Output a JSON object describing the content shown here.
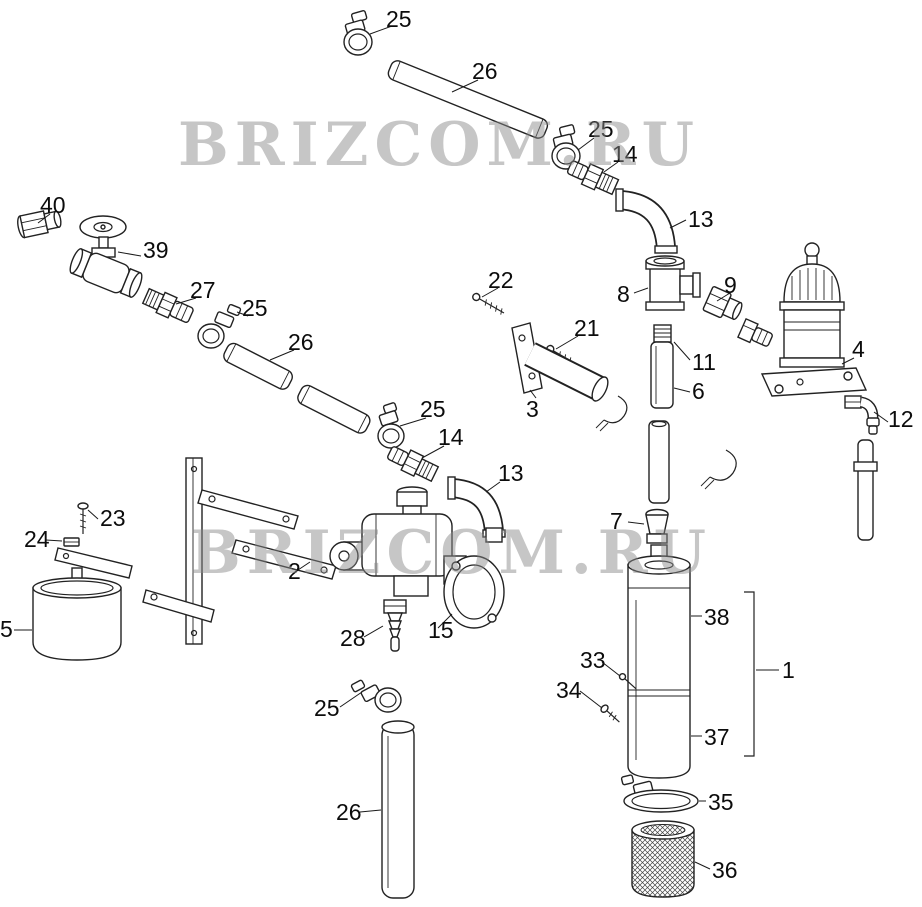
{
  "watermark": {
    "text": "BRIZCOM.RU"
  },
  "labels": [
    {
      "id": "hose-clamp-top",
      "text": "25"
    },
    {
      "id": "hose-top",
      "text": "26"
    },
    {
      "id": "hose-clamp-upper",
      "text": "25"
    },
    {
      "id": "hose-fitting-upper",
      "text": "14"
    },
    {
      "id": "elbow-upper",
      "text": "13"
    },
    {
      "id": "screw-22",
      "text": "22"
    },
    {
      "id": "tee-8",
      "text": "8"
    },
    {
      "id": "coupling-9",
      "text": "9"
    },
    {
      "id": "coupling-40",
      "text": "40"
    },
    {
      "id": "valve-39",
      "text": "39"
    },
    {
      "id": "adapter-27",
      "text": "27"
    },
    {
      "id": "hose-clamp-left",
      "text": "25"
    },
    {
      "id": "hose-mid",
      "text": "26"
    },
    {
      "id": "screw-21",
      "text": "21"
    },
    {
      "id": "nipple-11",
      "text": "11"
    },
    {
      "id": "accumulator-4",
      "text": "4"
    },
    {
      "id": "tube-6",
      "text": "6"
    },
    {
      "id": "bracket-3",
      "text": "3"
    },
    {
      "id": "elbow-12",
      "text": "12"
    },
    {
      "id": "hose-clamp-mid",
      "text": "25"
    },
    {
      "id": "hose-fitting-mid",
      "text": "14"
    },
    {
      "id": "elbow-mid",
      "text": "13"
    },
    {
      "id": "connector-7",
      "text": "7"
    },
    {
      "id": "screw-23",
      "text": "23"
    },
    {
      "id": "nut-24",
      "text": "24"
    },
    {
      "id": "bracket-2",
      "text": "2"
    },
    {
      "id": "filter-upper-38",
      "text": "38"
    },
    {
      "id": "float-5",
      "text": "5"
    },
    {
      "id": "pump-15",
      "text": "15"
    },
    {
      "id": "barb-28",
      "text": "28"
    },
    {
      "id": "screw-33",
      "text": "33"
    },
    {
      "id": "screw-34",
      "text": "34"
    },
    {
      "id": "assembly-1",
      "text": "1"
    },
    {
      "id": "hose-clamp-bottom",
      "text": "25"
    },
    {
      "id": "filter-lower-37",
      "text": "37"
    },
    {
      "id": "hose-bottom",
      "text": "26"
    },
    {
      "id": "clamp-ring-35",
      "text": "35"
    },
    {
      "id": "strainer-36",
      "text": "36"
    }
  ]
}
